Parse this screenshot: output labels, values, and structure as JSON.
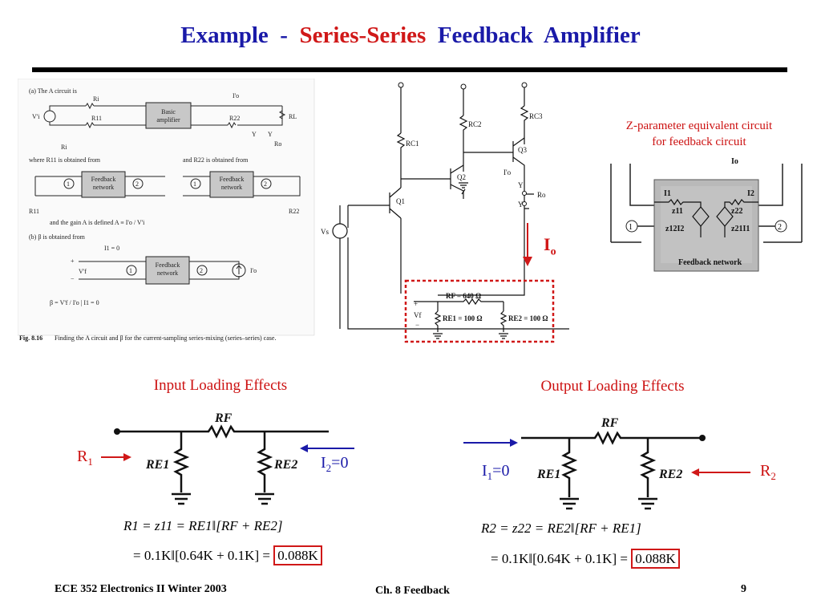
{
  "title": {
    "part1": "Example  -  ",
    "part2": "Series-Series",
    "part3": "  Feedback  Amplifier"
  },
  "fig816": {
    "a_intro": "(a)   The A circuit is",
    "basic_amplifier": [
      "Basic",
      "amplifier"
    ],
    "feedback_network": [
      "Feedback",
      "network"
    ],
    "r11_from": "where R11 is obtained from",
    "r22_from": "and R22 is obtained from",
    "gain_def": "and the gain A is defined   A ≡ I'o / V'i",
    "b_intro": "(b)   β is obtained from",
    "i1_zero": "I1 = 0",
    "beta_def": "β = V'f / I'o |  I1 = 0",
    "caption_label": "Fig. 8.16",
    "caption_text": "Finding the A circuit and β for the current-sampling series-mixing (series–series) case.",
    "labels": {
      "ri": "Ri",
      "r11": "R11",
      "r22": "R22",
      "rl": "RL",
      "ro": "Ro",
      "y": "Y",
      "vi": "V'i",
      "vf": "V'f",
      "io": "I'o",
      "port1": "1",
      "port2": "2"
    }
  },
  "circuit": {
    "rc1": "RC1",
    "rc2": "RC2",
    "rc3": "RC3",
    "q1": "Q1",
    "q2": "Q2",
    "q3": "Q3",
    "vs": "Vs",
    "vf": "Vf",
    "rf": "RF = 640 Ω",
    "re1": "RE1 = 100 Ω",
    "re2": "RE2 = 100 Ω",
    "y": "Y",
    "ro": "Ro",
    "io_prime": "I'o"
  },
  "io_label": {
    "main": "I",
    "sub": "o"
  },
  "zparam": {
    "caption_line1": "Z-parameter equivalent circuit",
    "caption_line2": "for feedback circuit",
    "io": "Io",
    "i1": "I1",
    "i2": "I2",
    "z11": "z11",
    "z22": "z22",
    "z12i2": "z12I2",
    "z21i1": "z21I1",
    "port1": "1",
    "port2": "2",
    "network_label": "Feedback network"
  },
  "input_loading": {
    "caption": "Input Loading Effects",
    "r1": {
      "main": "R",
      "sub": "1"
    },
    "i2": {
      "main": "I",
      "sub": "2",
      "suffix": "=0"
    },
    "rf": "RF",
    "re1": "RE1",
    "re2": "RE2",
    "eq1": "R1 = z11 = RE1‖[RF + RE2]",
    "eq2_prefix": "= 0.1K‖[0.64K + 0.1K] = ",
    "eq2_result": "0.088K"
  },
  "output_loading": {
    "caption": "Output Loading Effects",
    "r2": {
      "main": "R",
      "sub": "2"
    },
    "i1": {
      "main": "I",
      "sub": "1",
      "suffix": "=0"
    },
    "rf": "RF",
    "re1": "RE1",
    "re2": "RE2",
    "eq1": "R2 = z22 = RE2‖[RF + RE1]",
    "eq2_prefix": "= 0.1K‖[0.64K + 0.1K] = ",
    "eq2_result": "0.088K"
  },
  "footer": {
    "left": "ECE 352  Electronics II Winter 2003",
    "center": "Ch. 8 Feedback",
    "page": "9"
  },
  "colors": {
    "title_blue": "#1a1aa8",
    "title_red": "#d01818",
    "annotation_red": "#cc1111",
    "arrow_blue": "#1a1aa8"
  }
}
